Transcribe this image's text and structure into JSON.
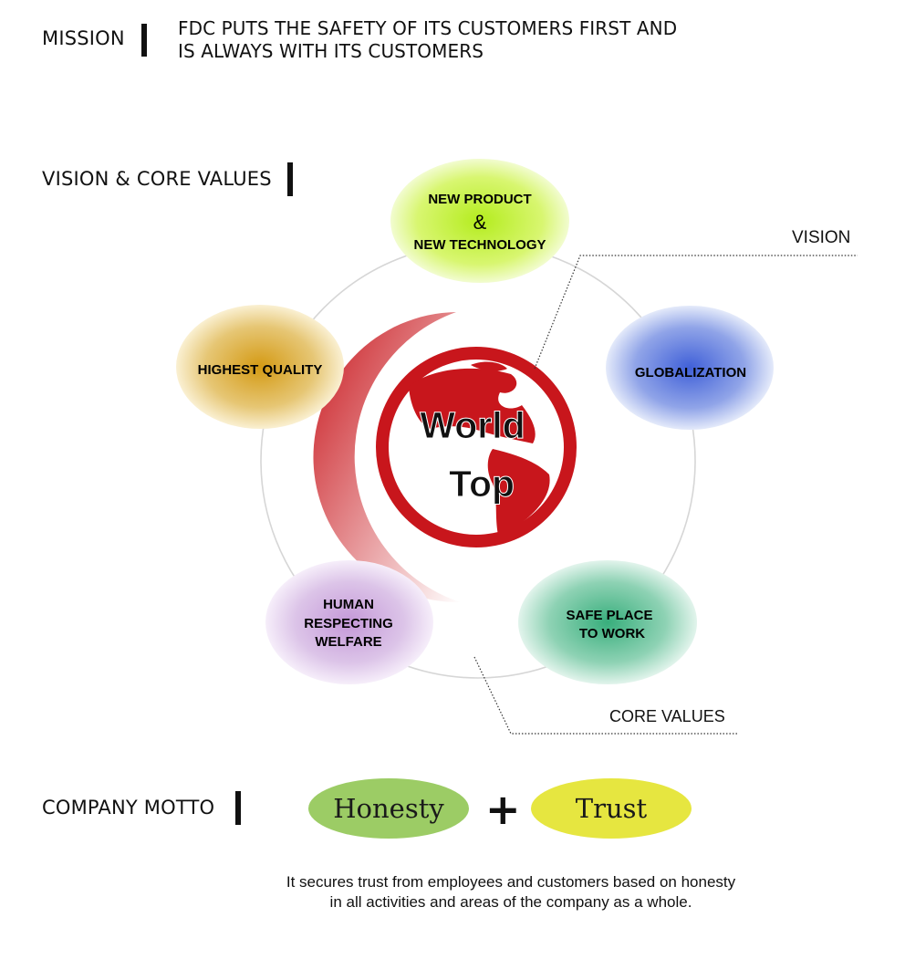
{
  "mission": {
    "label": "MISSION",
    "line1": "FDC PUTS THE SAFETY OF ITS CUSTOMERS FIRST AND",
    "line2": "IS ALWAYS WITH ITS CUSTOMERS"
  },
  "vision_core": {
    "label": "VISION & CORE VALUES",
    "vision_callout": "VISION",
    "core_values_callout": "CORE VALUES",
    "center": {
      "line1": "World",
      "line2": "Top"
    },
    "nodes": {
      "new_product": {
        "line1": "NEW PRODUCT",
        "line2": "&",
        "line3": "NEW TECHNOLOGY",
        "color": "#c8f040"
      },
      "globalization": {
        "line1": "GLOBALIZATION",
        "color": "#5a78dc"
      },
      "safe_place": {
        "line1": "SAFE PLACE",
        "line2": "TO WORK",
        "color": "#54c08e"
      },
      "human": {
        "line1": "HUMAN",
        "line2": "RESPECTING",
        "line3": "WELFARE",
        "color": "#c8a0d8"
      },
      "quality": {
        "line1": "HIGHEST QUALITY",
        "color": "#d8a020"
      }
    },
    "globe_color": "#c8161c"
  },
  "motto": {
    "label": "COMPANY MOTTO",
    "honesty": "Honesty",
    "plus": "+",
    "trust": "Trust",
    "honesty_color": "#9ccc65",
    "trust_color": "#e6e640",
    "desc_line1": "It secures trust from employees and customers based on honesty",
    "desc_line2": "in all activities and areas of the company as a whole."
  }
}
